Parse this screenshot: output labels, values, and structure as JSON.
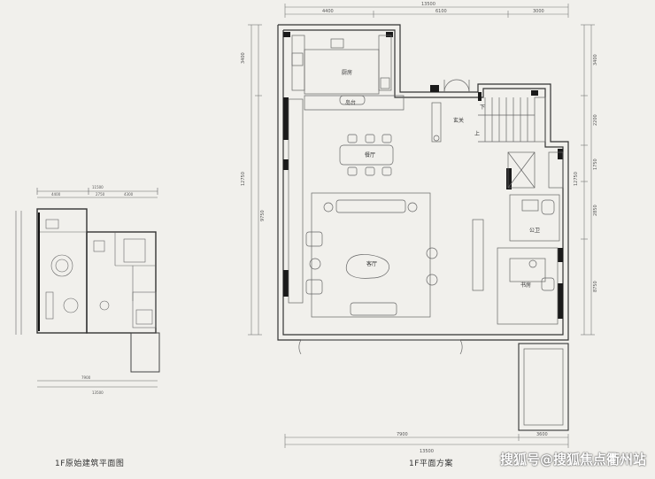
{
  "captions": {
    "left": "1F原始建筑平面图",
    "right": "1F平面方案"
  },
  "watermark": "搜狐号@搜狐焦点衢州站",
  "rooms": {
    "kitchen": "厨房",
    "island": "岛台",
    "entrance": "玄关",
    "down": "下",
    "up": "上",
    "dining": "餐厅",
    "living": "客厅",
    "bath": "公卫",
    "study": "书房"
  },
  "dimensions": {
    "top_total": "13500",
    "top_a": "4400",
    "top_b": "6100",
    "top_c": "3000",
    "bottom_total": "13500",
    "bottom_a": "7900",
    "bottom_b": "3600",
    "left_a": "3400",
    "left_total": "12750",
    "left_b": "9750",
    "right_a": "3400",
    "right_b": "2200",
    "right_c": "1750",
    "right_d": "2850",
    "right_e": "8750",
    "right_total": "12750",
    "small_top_a": "4400",
    "small_top_b": "2750",
    "small_top_c": "4300",
    "small_top_total": "11500",
    "small_bottom_a": "7900",
    "small_bottom_total": "13500"
  },
  "colors": {
    "background": "#f1f0ec",
    "wall": "#1a1a1a",
    "line": "#777777",
    "furniture": "#666666"
  }
}
